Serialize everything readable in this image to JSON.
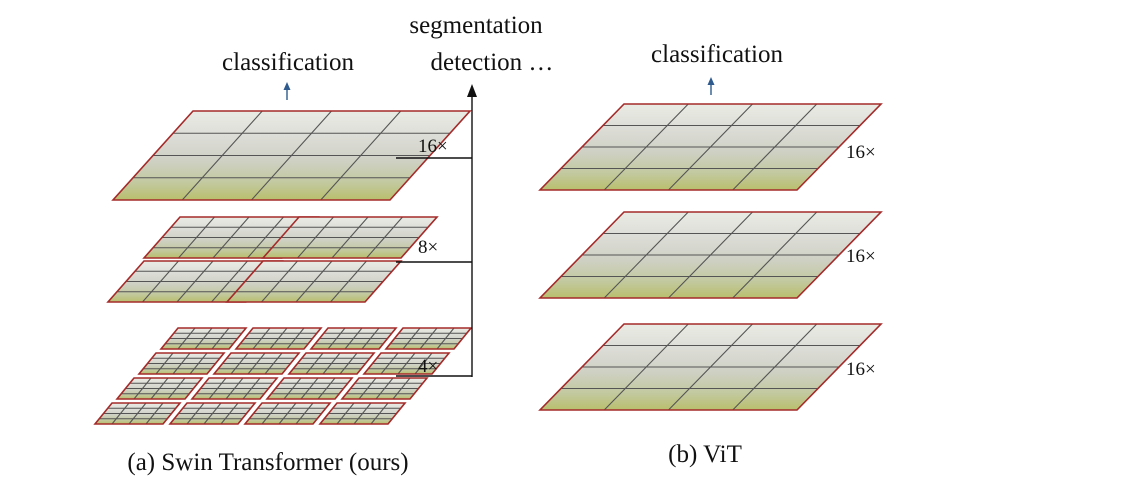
{
  "panel_a": {
    "top_label": "classification",
    "output_label_line1": "segmentation",
    "output_label_line2": "detection …",
    "scales": [
      "16×",
      "8×",
      "4×"
    ],
    "caption": "(a) Swin Transformer (ours)"
  },
  "panel_b": {
    "top_label": "classification",
    "scales": [
      "16×",
      "16×",
      "16×"
    ],
    "caption": "(b) ViT"
  },
  "colors": {
    "border": "#a52a2a",
    "grid": "#555555",
    "arrow_blue": "#2e5a8e",
    "line": "#111111"
  }
}
